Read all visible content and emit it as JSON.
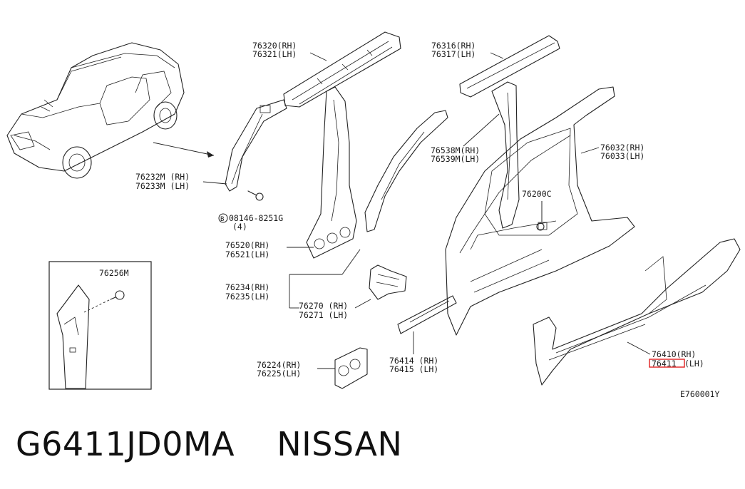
{
  "labels": {
    "p76320": "76320(RH)",
    "p76321": "76321(LH)",
    "p76316": "76316(RH)",
    "p76317": "76317(LH)",
    "p76538": "76538M(RH)",
    "p76539": "76539M(LH)",
    "p76032": "76032(RH)",
    "p76033": "76033(LH)",
    "p76232": "76232M (RH)",
    "p76233": "76233M (LH)",
    "p76200": "76200C",
    "bolt_circle": "B",
    "bolt_num": "08146-8251G",
    "bolt_qty": "(4)",
    "p76520": "76520(RH)",
    "p76521": "76521(LH)",
    "p76256": "76256M",
    "p76234": "76234(RH)",
    "p76235": "76235(LH)",
    "p76270": "76270 (RH)",
    "p76271": "76271 (LH)",
    "p76224": "76224(RH)",
    "p76225": "76225(LH)",
    "p76414": "76414 (RH)",
    "p76415": "76415 (LH)",
    "p76410": "76410(RH)",
    "p76411_num": "76411",
    "p76411_side": "(LH)",
    "code": "E760001Y"
  },
  "colors": {
    "highlight": "#e02020",
    "ink": "#222222"
  },
  "footer": {
    "part_number": "G6411JD0MA",
    "brand": "NISSAN"
  }
}
